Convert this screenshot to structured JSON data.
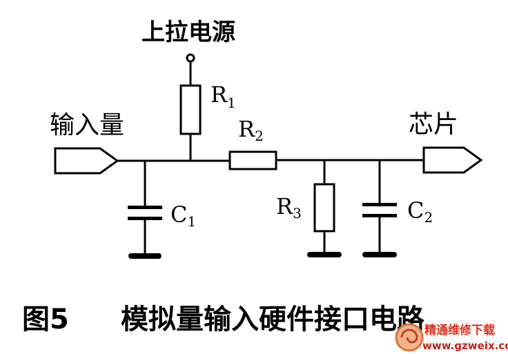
{
  "diagram": {
    "labels": {
      "pullup": "上拉电源",
      "input": "输入量",
      "chip": "芯片",
      "r1": "R",
      "r1_sub": "1",
      "r2": "R",
      "r2_sub": "2",
      "r3": "R",
      "r3_sub": "3",
      "c1": "C",
      "c1_sub": "1",
      "c2": "C",
      "c2_sub": "2"
    },
    "caption": {
      "figure": "图5",
      "title": "模拟量输入硬件接口电路"
    }
  },
  "watermark": {
    "line1": "精通维修下载",
    "line2": "www.gzweix.com",
    "color_text": "#e0301e",
    "color_url": "#c02018"
  },
  "colors": {
    "ink": "#000000",
    "background": "#ffffff"
  }
}
